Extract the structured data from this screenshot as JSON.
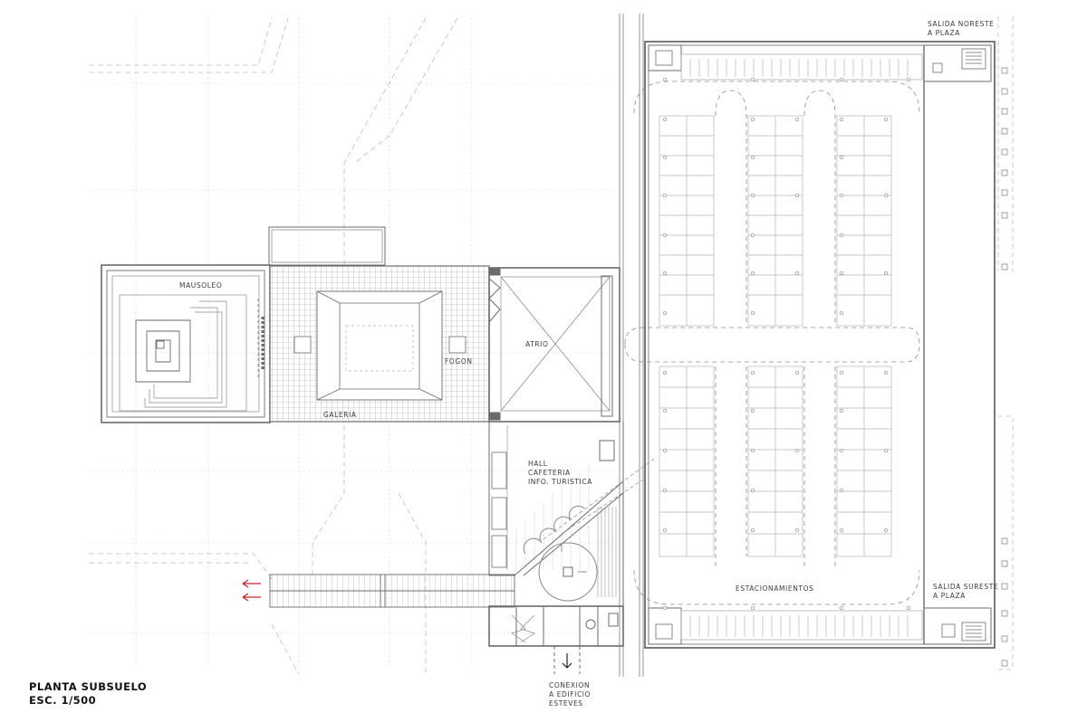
{
  "title": {
    "line1": "PLANTA SUBSUELO",
    "line2": "ESC. 1/500"
  },
  "rooms": {
    "mausoleo": "MAUSOLEO",
    "galeria": "GALERIA",
    "fogon": "FOGON",
    "atrio": "ATRIO",
    "hall": "HALL",
    "cafeteria": "CAFETERIA",
    "info": "INFO. TURISTICA",
    "estacionamientos": "ESTACIONAMIENTOS"
  },
  "exits": {
    "noreste_l1": "SALIDA NORESTE",
    "noreste_l2": "A PLAZA",
    "sureste_l1": "SALIDA SURESTE",
    "sureste_l2": "A PLAZA"
  },
  "connection": {
    "l1": "CONEXION",
    "l2": "A EDIFICIO",
    "l3": "ESTEVES"
  },
  "colors": {
    "line": "#6b6b6b",
    "light": "#b9b9b9",
    "arrow": "#d0202a"
  }
}
